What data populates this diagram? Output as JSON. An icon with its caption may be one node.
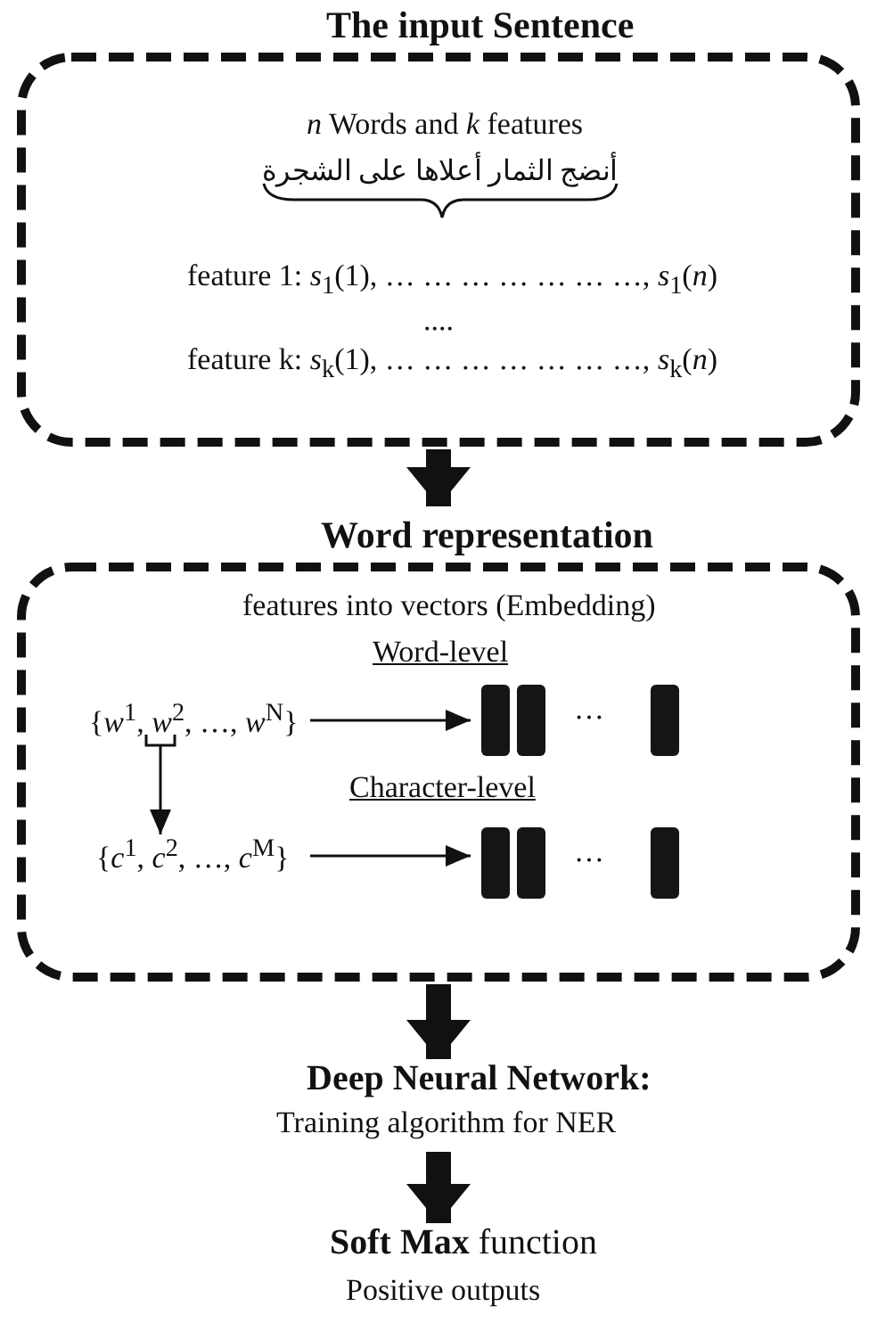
{
  "diagram": {
    "nodes": [
      {
        "text": [
          "The input Sentence",
          "*n* Words and *k* features",
          "أنضج الثمار أعلاها على الشجرة",
          "feature 1:  *s*$_{1}$(1), … … … … … … …, *s*$_{1}$(*n*)",
          "....",
          "feature k:  *s*$_{k}$(1), … … … … … … …, *s*$_{k}$(*n*)"
        ]
      },
      {
        "text": [
          "Word representation",
          "features into vectors (Embedding)",
          "Word-level",
          "Character-level"
        ]
      },
      {
        "text": [
          "{*w*$^{1}$, *w*$^{2}$, …, *w*$^{N}$}"
        ],
        "in": 1
      },
      {
        "text": [
          "…"
        ],
        "in": 1
      },
      {
        "text": [
          "{*c*$^{1}$, *c*$^{2}$, …, *c*$^{M}$}"
        ],
        "in": 1
      },
      {
        "text": [
          "…"
        ],
        "in": 1
      },
      {
        "text": [
          "Deep Neural Network:",
          "Training algorithm for NER"
        ]
      },
      {
        "text": [
          "**Soft Max** function",
          "Positive outputs"
        ]
      }
    ],
    "edges": [
      {
        "from": 0,
        "to": 1,
        "arrow": "to",
        "style": "thick"
      },
      {
        "from": 2,
        "to": 3,
        "arrow": "to"
      },
      {
        "from": 2,
        "to": 4,
        "arrow": "to"
      },
      {
        "from": 4,
        "to": 5,
        "arrow": "to"
      },
      {
        "from": 1,
        "to": 6,
        "arrow": "to",
        "style": "thick"
      },
      {
        "from": 6,
        "to": 7,
        "arrow": "to",
        "style": "thick"
      }
    ]
  }
}
